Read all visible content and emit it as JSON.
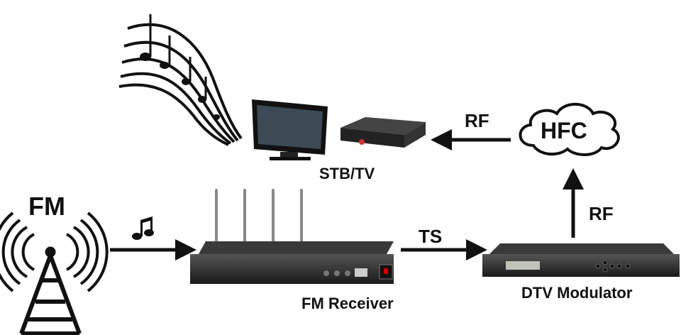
{
  "labels": {
    "fm": "FM",
    "fm_receiver": "FM Receiver",
    "ts": "TS",
    "dtv_modulator": "DTV Modulator",
    "rf_up": "RF",
    "hfc": "HFC",
    "rf_left": "RF",
    "stb_tv": "STB/TV"
  },
  "colors": {
    "ink": "#111111",
    "device": "#2a2a2a",
    "screen": "#bfc3b8"
  },
  "icons": [
    "fm-tower-icon",
    "music-note-icon",
    "music-staff-icon",
    "tv-icon",
    "set-top-box-icon",
    "cloud-icon"
  ]
}
